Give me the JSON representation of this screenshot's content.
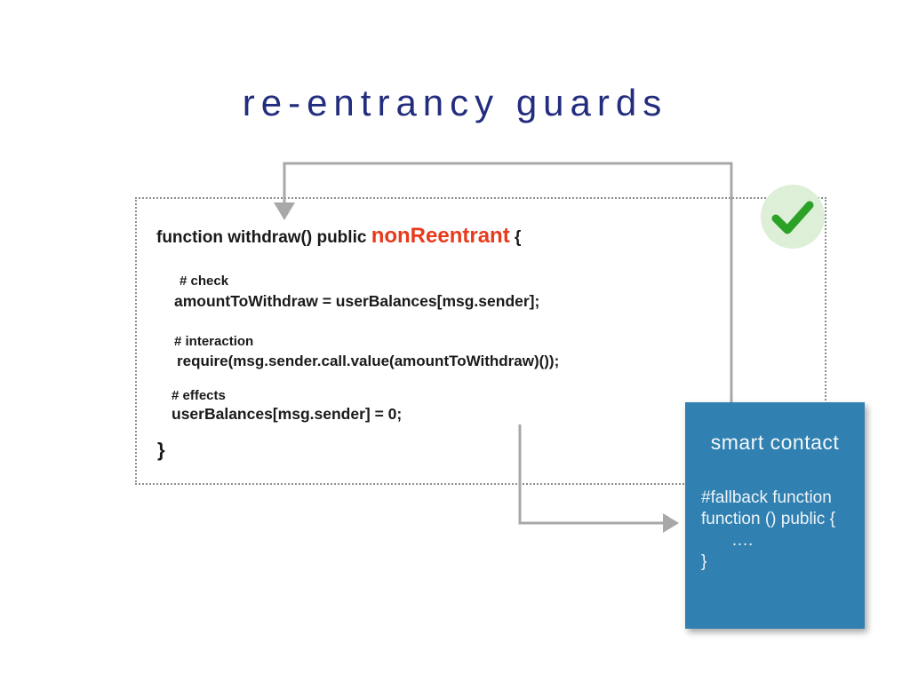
{
  "slide": {
    "title": "re-entrancy guards"
  },
  "code_box": {
    "line1": {
      "prefix": "function withdraw() public ",
      "keyword": "nonReentrant",
      "suffix": " {"
    },
    "check_comment": "# check",
    "check_code": "amountToWithdraw = userBalances[msg.sender];",
    "interaction_comment": "# interaction",
    "interaction_code": "require(msg.sender.call.value(amountToWithdraw)());",
    "effects_comment": "# effects",
    "effects_code": "userBalances[msg.sender] = 0;",
    "closing_brace": "}"
  },
  "contract_box": {
    "title": "smart contact",
    "lines": [
      "#fallback function",
      "function () public {",
      "….",
      "}"
    ]
  },
  "icons": {
    "check_badge": "green circle with checkmark",
    "entry_arrow": "gray arrow pointing down into code box",
    "callback_arrow": "gray arrow pointing right into smart contact card"
  },
  "colors": {
    "title_navy": "#232d7e",
    "keyword_red": "#e83a1c",
    "check_blue": "#1b87d3",
    "interaction_green": "#169a52",
    "effects_red": "#e83a1c",
    "card_blue": "#3080b1",
    "badge_green_bg": "#ddefd7",
    "badge_check_green": "#2ba127",
    "arrow_gray": "#a8a8a8",
    "border_gray": "#8f8f8f"
  }
}
